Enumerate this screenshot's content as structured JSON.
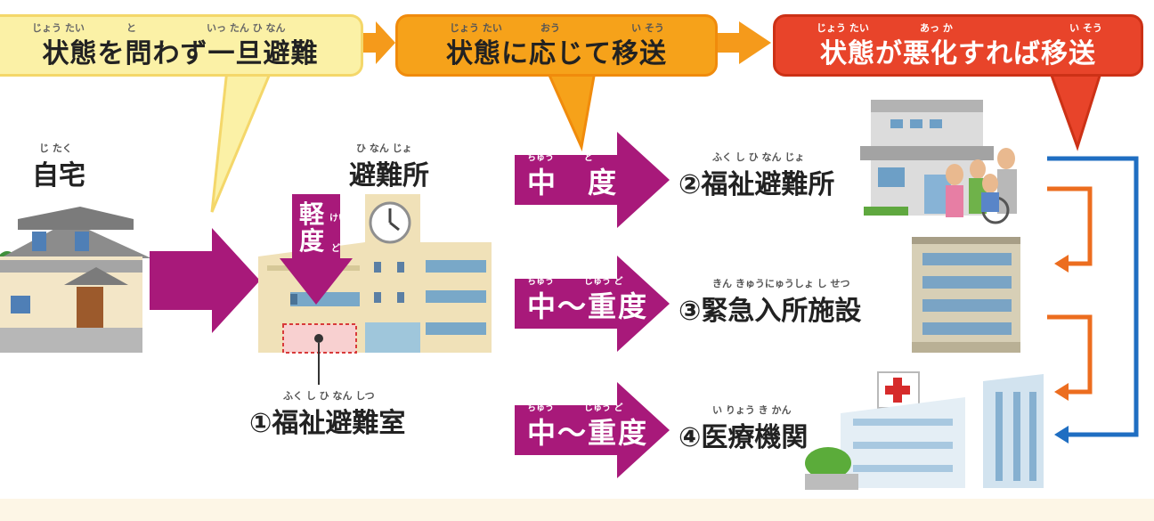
{
  "colors": {
    "callout1_fill": "#fbf1a6",
    "callout2_fill": "#f6a21a",
    "callout3_fill": "#e8442a",
    "magenta": "#a8197a",
    "orange_arrow": "#f59a1b",
    "orange_flow": "#ec6d1f",
    "blue_flow": "#1f6ec2"
  },
  "top_callouts": [
    {
      "text": "状態を問わず一旦避難",
      "ruby": [
        "じょう たい",
        "と",
        "いっ たん ひ なん"
      ]
    },
    {
      "text": "状態に応じて移送",
      "ruby": [
        "じょう たい",
        "おう",
        "い そう"
      ]
    },
    {
      "text": "状態が悪化すれば移送",
      "ruby": [
        "じょう たい",
        "あっ か",
        "い そう"
      ]
    }
  ],
  "home": {
    "label": "自宅",
    "ruby": "じ たく"
  },
  "shelter": {
    "label": "避難所",
    "ruby": "ひ なん じょ"
  },
  "light_case": {
    "label": "軽度",
    "ruby": [
      "けい",
      "ど"
    ]
  },
  "room": {
    "label": "①福祉避難室",
    "ruby": "ふく し ひ なん しつ"
  },
  "severity": [
    {
      "label": "中　度",
      "ruby": [
        "ちゅう",
        "ど"
      ]
    },
    {
      "label": "中〜重度",
      "ruby": [
        "ちゅう",
        "じゅう ど"
      ]
    },
    {
      "label": "中〜重度",
      "ruby": [
        "ちゅう",
        "じゅう ど"
      ]
    }
  ],
  "facilities": [
    {
      "label": "②福祉避難所",
      "ruby": "ふく し ひ なん じょ"
    },
    {
      "label": "③緊急入所施設",
      "ruby": "きん きゅうにゅうしょ し せつ"
    },
    {
      "label": "④医療機関",
      "ruby": "い りょう き かん"
    }
  ]
}
